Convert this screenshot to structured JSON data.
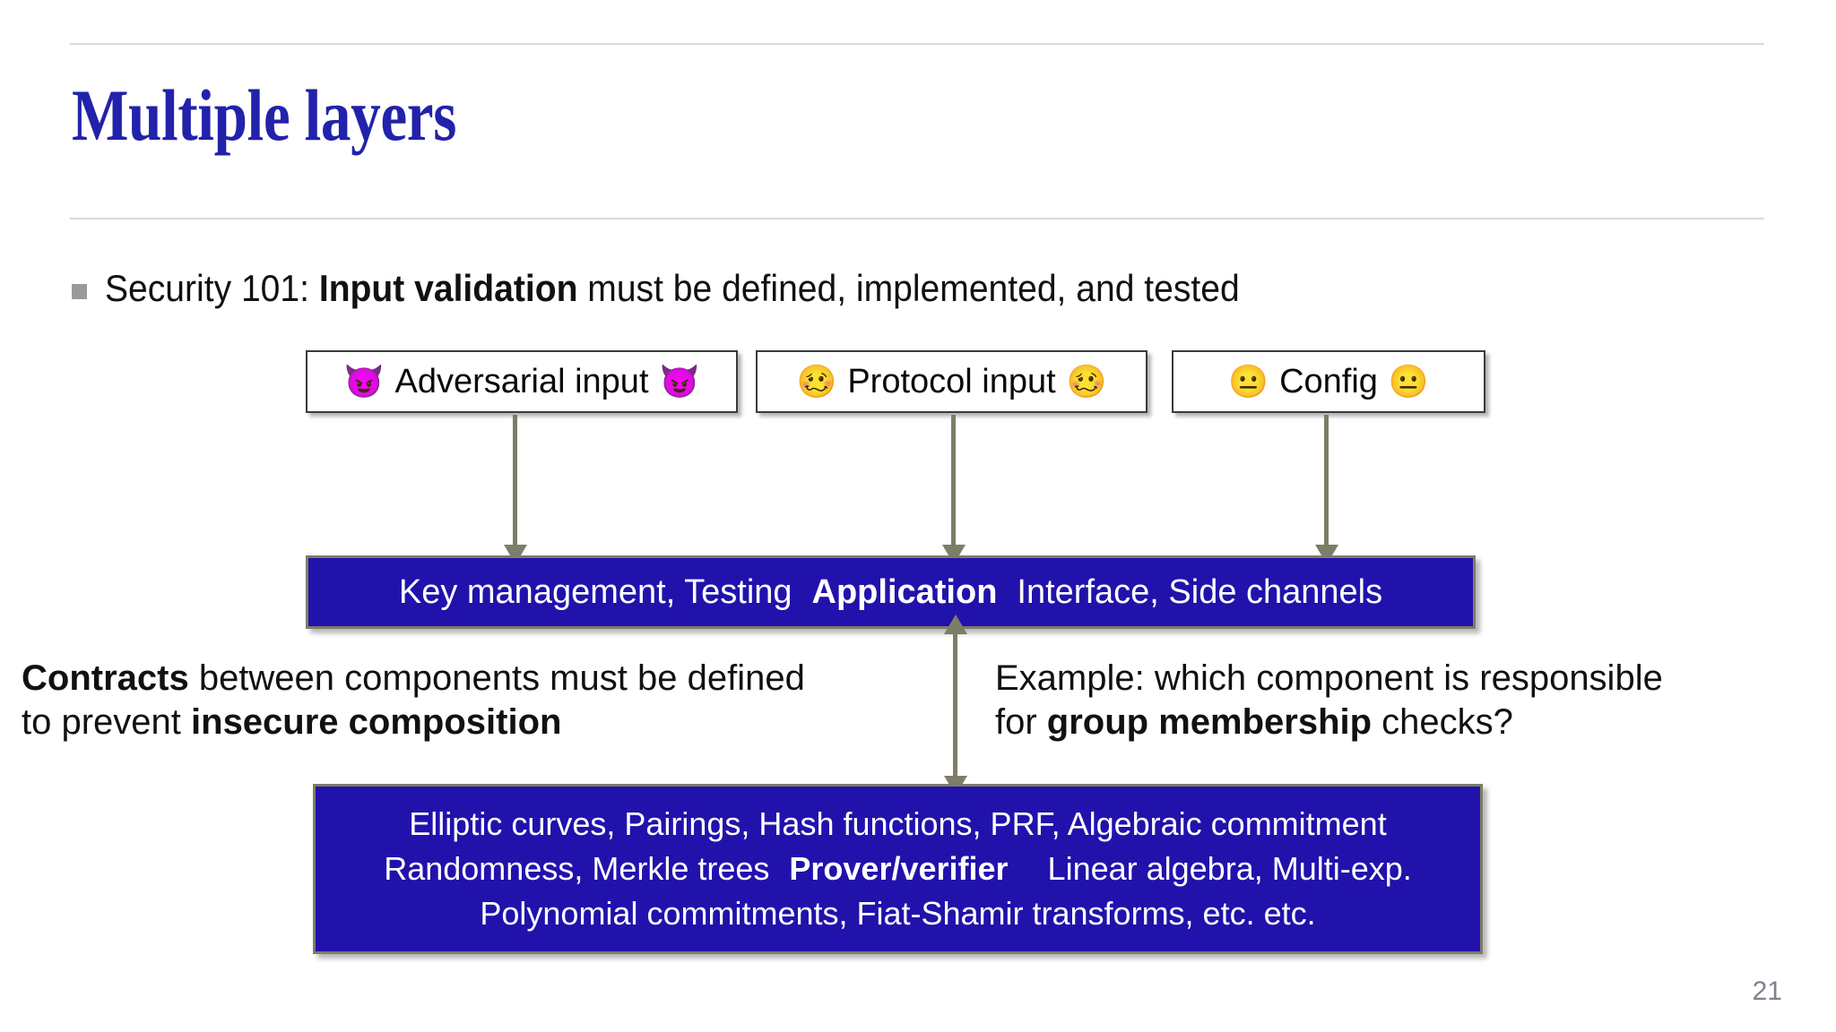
{
  "slide": {
    "title": "Multiple layers",
    "page_number": "21",
    "accent_color": "#2222aa",
    "bar_color": "#2212ac",
    "arrow_color": "#7d7d68"
  },
  "bullet": {
    "marker": "square-bullet-icon",
    "prefix": "Security 101: ",
    "emphasis": "Input validation",
    "suffix": " must be defined, implemented, and tested"
  },
  "input_boxes": [
    {
      "label": "Adversarial input",
      "emoji_left": "😈",
      "emoji_right": "😈",
      "emoji_name": "smiling-face-with-horns-icon"
    },
    {
      "label": "Protocol input",
      "emoji_left": "🥴",
      "emoji_right": "🥴",
      "emoji_name": "woozy-face-icon"
    },
    {
      "label": "Config",
      "emoji_left": "😐",
      "emoji_right": "😐",
      "emoji_name": "neutral-face-icon"
    }
  ],
  "application_layer": {
    "left_text": "Key management, Testing",
    "title": "Application",
    "right_text": "Interface, Side channels"
  },
  "prover_layer": {
    "line1": "Elliptic curves, Pairings, Hash functions, PRF, Algebraic commitment",
    "line2_left": "Randomness, Merkle trees",
    "line2_title": "Prover/verifier",
    "line2_right": "Linear algebra, Multi-exp.",
    "line3": "Polynomial commitments, Fiat-Shamir transforms, etc. etc."
  },
  "notes": {
    "contracts": {
      "bold1": "Contracts",
      "mid1": " between components must be defined",
      "mid2": "to prevent ",
      "bold2": "insecure composition"
    },
    "example": {
      "line1": "Example: which component is responsible",
      "mid1": "for ",
      "bold1": "group membership",
      "suffix1": " checks?"
    }
  }
}
